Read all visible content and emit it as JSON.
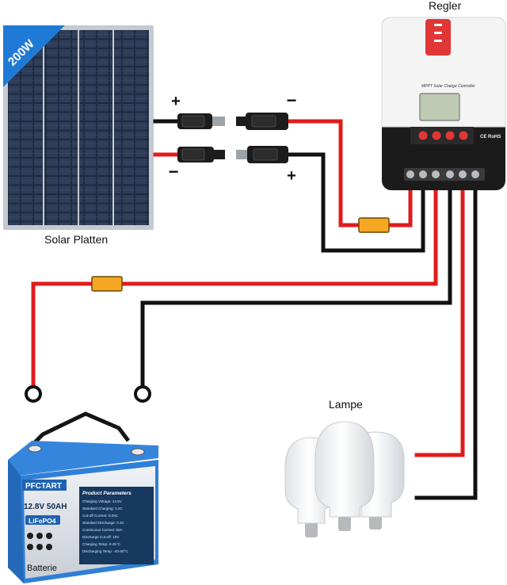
{
  "labels": {
    "controller": "Regler",
    "panel": "Solar Platten",
    "lamp": "Lampe",
    "battery": "Batterie"
  },
  "panel": {
    "power_badge": "200W"
  },
  "connectors": {
    "plus": "+",
    "minus": "−"
  },
  "controller": {
    "model_text": "MPPT  Solar Charge Controller",
    "ce_text": "CE RoHS",
    "buttons": [
      "▲",
      "▼",
      "◄",
      "►"
    ]
  },
  "battery": {
    "brand": "PFCTART",
    "spec": "12.8V  50AH",
    "chemistry": "LiFePO4",
    "params_title": "Product Parameters",
    "params": [
      "Charging Voltage: 14.6V",
      "Standard Charging: 0.2C",
      "Cut-off Current: 0.05C",
      "Standard Discharge: 0.2C",
      "Continuous Current: 50A",
      "Discharge Cut-off: 10V",
      "Charging Temp: 0-45°C",
      "Discharging Temp: -20-60°C"
    ]
  },
  "colors": {
    "wire_positive": "#e01b1b",
    "wire_negative": "#111111",
    "fuse": "#f5a623",
    "panel_frame": "#c7ccd2",
    "panel_cell": "#26334a",
    "badge": "#1f7ad6",
    "controller_body": "#f4f4f4",
    "controller_base": "#1b1b1b",
    "battery_blue": "#2f7fd8"
  }
}
